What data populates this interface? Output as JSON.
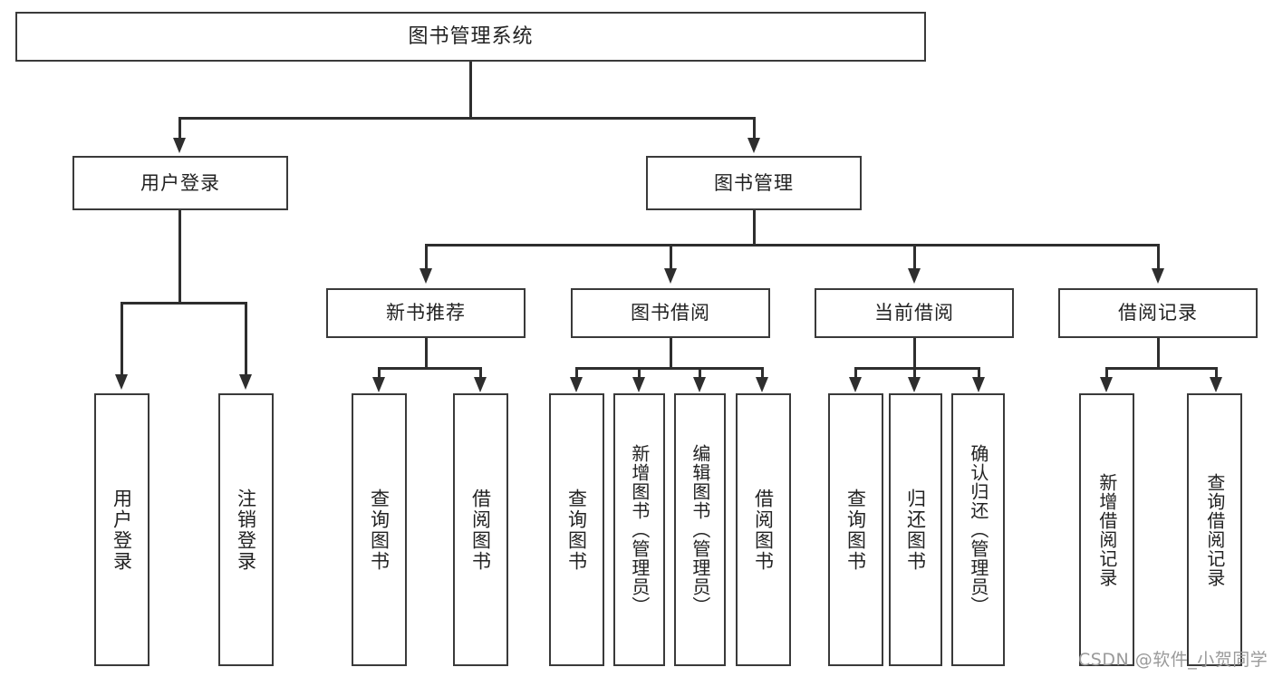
{
  "diagram": {
    "type": "tree",
    "title": "图书管理系统",
    "watermark": "CSDN @软件_小贺同学",
    "colors": {
      "box_border": "#3a3a3a",
      "connector": "#2e2e2e",
      "background": "#ffffff",
      "text": "#222222",
      "watermark": "#9a9a9a"
    },
    "root": {
      "label": "图书管理系统"
    },
    "level2": [
      {
        "label": "用户登录"
      },
      {
        "label": "图书管理"
      }
    ],
    "level3": [
      {
        "label": "新书推荐"
      },
      {
        "label": "图书借阅"
      },
      {
        "label": "当前借阅"
      },
      {
        "label": "借阅记录"
      }
    ],
    "leaves": {
      "user_login": [
        {
          "label": "用户登录"
        },
        {
          "label": "注销登录"
        }
      ],
      "new_book": [
        {
          "label": "查询图书"
        },
        {
          "label": "借阅图书"
        }
      ],
      "borrow_book": [
        {
          "label": "查询图书"
        },
        {
          "label": "新增图书（管理员）"
        },
        {
          "label": "编辑图书（管理员）"
        },
        {
          "label": "借阅图书"
        }
      ],
      "current_borrow": [
        {
          "label": "查询图书"
        },
        {
          "label": "归还图书"
        },
        {
          "label": "确认归还（管理员）"
        }
      ],
      "borrow_record": [
        {
          "label": "新增借阅记录"
        },
        {
          "label": "查询借阅记录"
        }
      ]
    }
  }
}
